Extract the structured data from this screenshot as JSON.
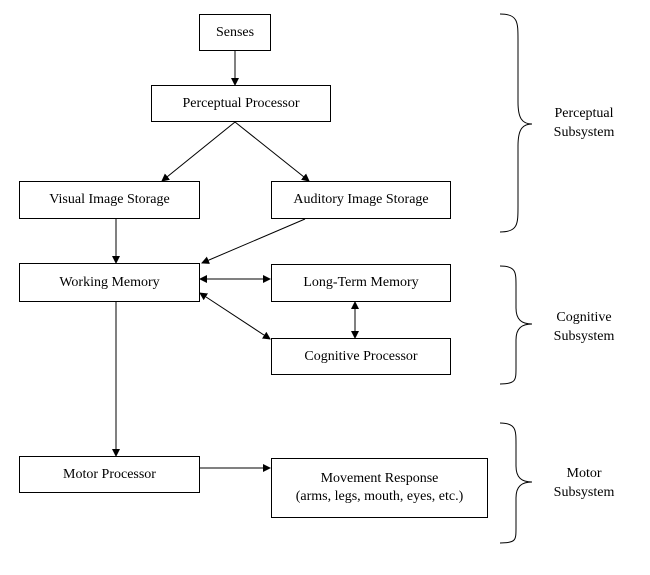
{
  "boxes": {
    "senses": "Senses",
    "perceptual_processor": "Perceptual Processor",
    "visual_image_storage": "Visual Image Storage",
    "auditory_image_storage": "Auditory Image Storage",
    "working_memory": "Working Memory",
    "long_term_memory": "Long-Term Memory",
    "cognitive_processor": "Cognitive Processor",
    "motor_processor": "Motor Processor",
    "movement_response_line1": "Movement Response",
    "movement_response_line2": "(arms, legs, mouth, eyes, etc.)"
  },
  "subsystems": {
    "perceptual_line1": "Perceptual",
    "perceptual_line2": "Subsystem",
    "cognitive_line1": "Cognitive",
    "cognitive_line2": "Subsystem",
    "motor_line1": "Motor",
    "motor_line2": "Subsystem"
  },
  "colors": {
    "stroke": "#000000",
    "background": "#ffffff"
  }
}
